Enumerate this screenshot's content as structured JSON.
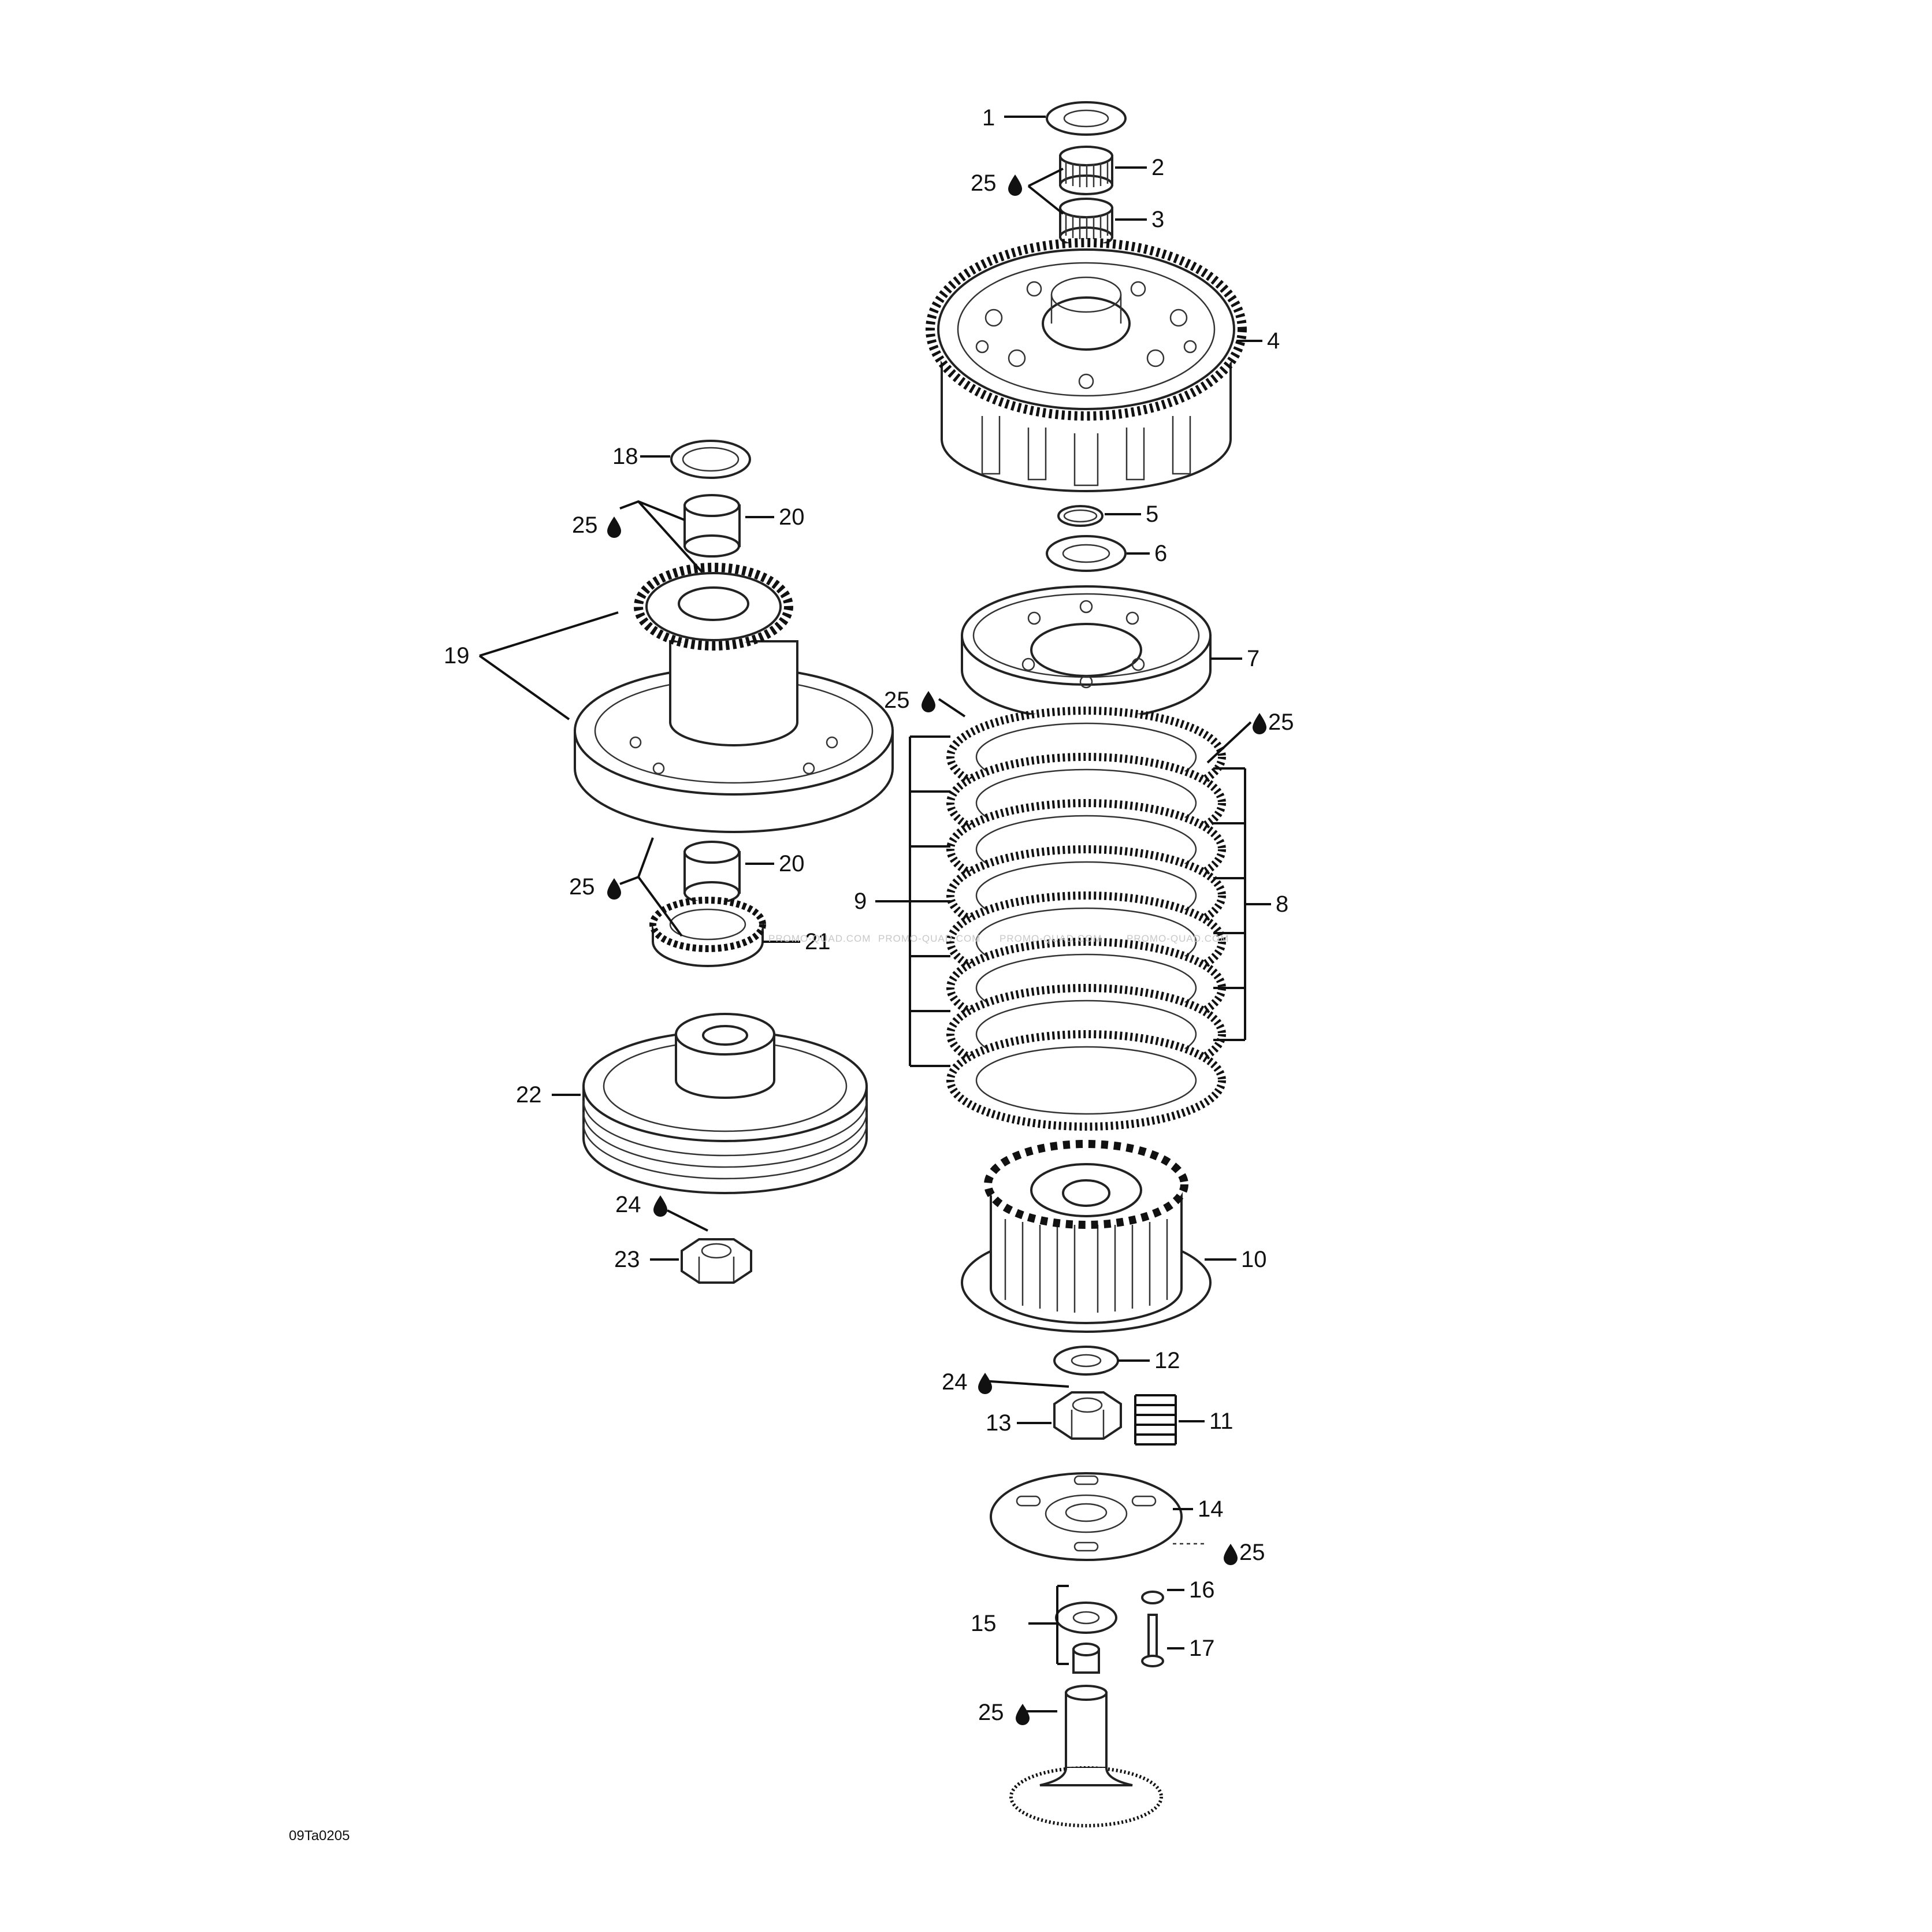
{
  "diagram_code": "09Ta0205",
  "watermark": "PROMO-QUAD.COM",
  "colors": {
    "ink": "#111111",
    "background": "#ffffff",
    "watermark": "#c8c8c8"
  },
  "icons": {
    "lubricant": "oil-drop-icon"
  },
  "callouts": [
    {
      "id": "c1",
      "label": "1"
    },
    {
      "id": "c2",
      "label": "2"
    },
    {
      "id": "c3",
      "label": "3"
    },
    {
      "id": "c4",
      "label": "4"
    },
    {
      "id": "c5",
      "label": "5"
    },
    {
      "id": "c6",
      "label": "6"
    },
    {
      "id": "c7",
      "label": "7"
    },
    {
      "id": "c8",
      "label": "8"
    },
    {
      "id": "c9",
      "label": "9"
    },
    {
      "id": "c10",
      "label": "10"
    },
    {
      "id": "c11",
      "label": "11"
    },
    {
      "id": "c12",
      "label": "12"
    },
    {
      "id": "c13",
      "label": "13"
    },
    {
      "id": "c14",
      "label": "14"
    },
    {
      "id": "c15",
      "label": "15"
    },
    {
      "id": "c16",
      "label": "16"
    },
    {
      "id": "c17",
      "label": "17"
    },
    {
      "id": "c18",
      "label": "18"
    },
    {
      "id": "c19",
      "label": "19"
    },
    {
      "id": "c20a",
      "label": "20"
    },
    {
      "id": "c20b",
      "label": "20"
    },
    {
      "id": "c21",
      "label": "21"
    },
    {
      "id": "c22",
      "label": "22"
    },
    {
      "id": "c23",
      "label": "23"
    },
    {
      "id": "c24a",
      "label": "24"
    },
    {
      "id": "c24b",
      "label": "24"
    },
    {
      "id": "c25a",
      "label": "25"
    },
    {
      "id": "c25b",
      "label": "25"
    },
    {
      "id": "c25c",
      "label": "25"
    },
    {
      "id": "c25d",
      "label": "25"
    },
    {
      "id": "c25e",
      "label": "25"
    },
    {
      "id": "c25f",
      "label": "25"
    },
    {
      "id": "c25g",
      "label": "25"
    },
    {
      "id": "c25h",
      "label": "25"
    }
  ]
}
